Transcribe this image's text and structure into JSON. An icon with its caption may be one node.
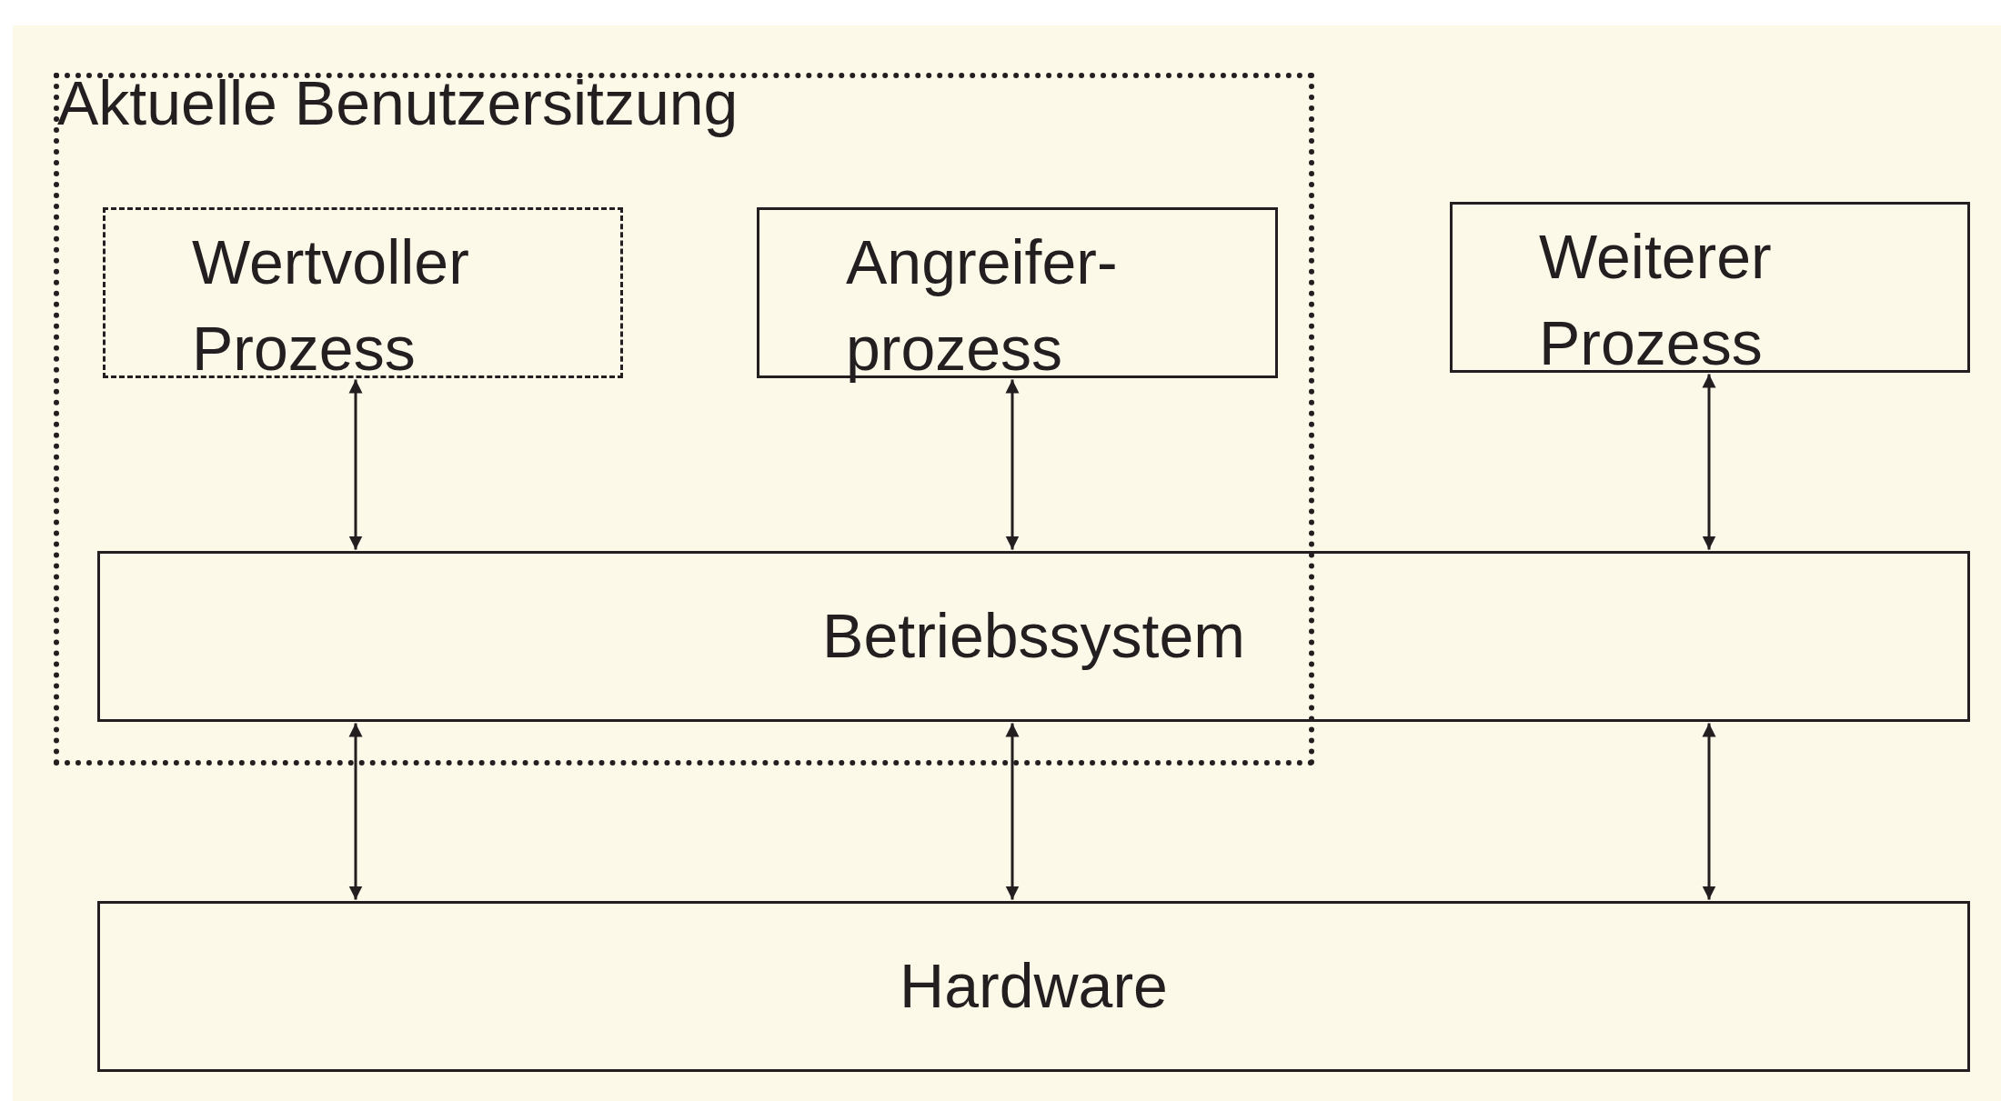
{
  "diagram": {
    "nodes": [
      {
        "text": [
          "Aktuelle Benutzersitzung"
        ]
      },
      {
        "text": [
          "Wertvoller Prozess"
        ],
        "in": 0
      },
      {
        "text": [
          "Angreifer-prozess"
        ],
        "in": 0
      },
      {
        "text": [
          "Weiterer Prozess"
        ]
      },
      {
        "text": [
          "Betriebssystem"
        ]
      },
      {
        "text": [
          "Hardware"
        ]
      }
    ],
    "edges": [
      {
        "from": 1,
        "to": 4,
        "arrow": "both"
      },
      {
        "from": 2,
        "to": 4,
        "arrow": "both"
      },
      {
        "from": 3,
        "to": 4,
        "arrow": "both"
      },
      {
        "from": 4,
        "to": 5,
        "arrow": "both"
      },
      {
        "from": 4,
        "to": 5,
        "arrow": "both"
      },
      {
        "from": 4,
        "to": 5,
        "arrow": "both"
      }
    ]
  }
}
